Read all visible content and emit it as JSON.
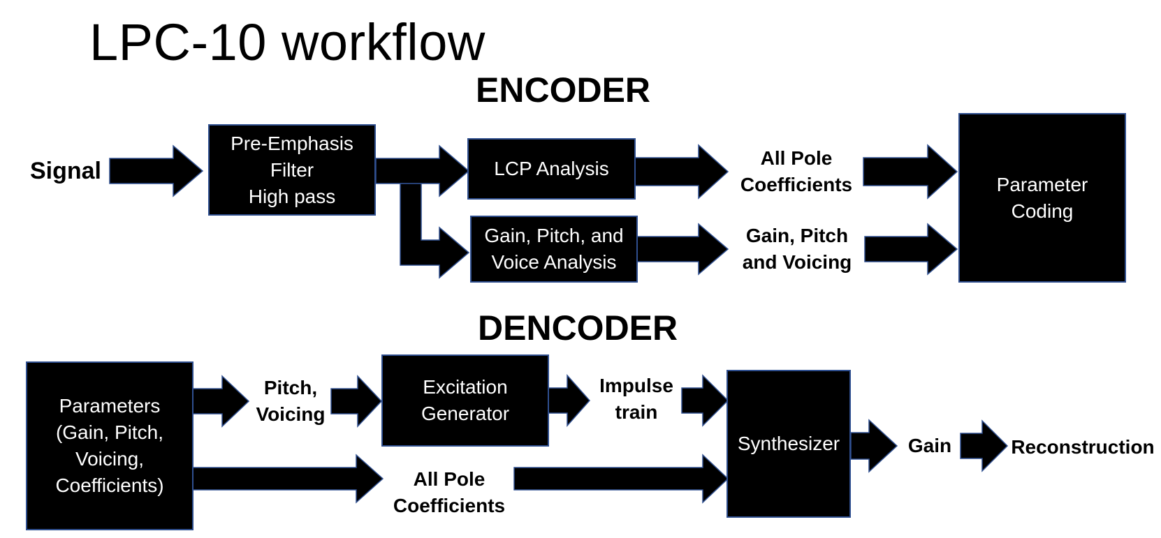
{
  "title": "LPC-10 workflow",
  "encoder": {
    "heading": "ENCODER",
    "input_label": "Signal",
    "pre_emphasis": "Pre-Emphasis\nFilter\nHigh pass",
    "lcp_analysis": "LCP Analysis",
    "gain_pitch_voice": "Gain, Pitch, and\nVoice Analysis",
    "all_pole_label": "All Pole\nCoefficients",
    "gain_pitch_voicing_label": "Gain, Pitch\nand Voicing",
    "parameter_coding": "Parameter\nCoding"
  },
  "decoder": {
    "heading": "DENCODER",
    "parameters": "Parameters\n(Gain, Pitch,\nVoicing,\nCoefficients)",
    "pitch_voicing_label": "Pitch,\nVoicing",
    "excitation_generator": "Excitation\nGenerator",
    "impulse_train_label": "Impulse\ntrain",
    "all_pole_label": "All Pole\nCoefficients",
    "synthesizer": "Synthesizer",
    "gain_label": "Gain",
    "reconstruction_label": "Reconstruction"
  }
}
